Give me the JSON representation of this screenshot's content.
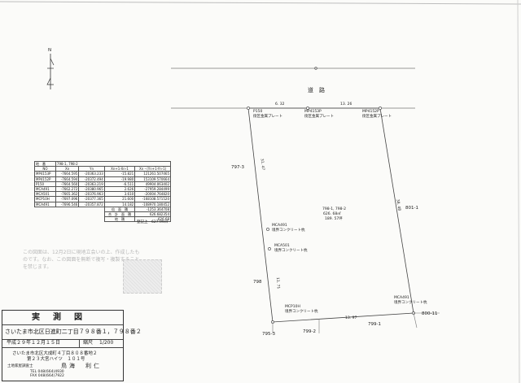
{
  "north": {
    "label": "N"
  },
  "road": {
    "label": "道　路"
  },
  "neighbors": {
    "top_left": "797-3",
    "right": "801-1",
    "left_bottom": "798",
    "bottom_right": "800-11",
    "bottom_left": "795-3",
    "bottom_middle": "799-2",
    "bottom_center": "799-1"
  },
  "parcel": {
    "number": "798-1, 798-2",
    "area1": "626. 68㎡",
    "area2": "189. 57坪"
  },
  "dimensions": {
    "top_left": "6. 32",
    "top_right": "13. 26",
    "left_side": "31. 47",
    "right_side": "38. 48",
    "left_lower": "11. 71",
    "bottom": "13. 97"
  },
  "points": {
    "p150": {
      "name": "P150",
      "desc": "街区金属プレート"
    },
    "mp4153p": {
      "name": "MP4153P",
      "desc": "街区金属プレート"
    },
    "mp4152p": {
      "name": "MP4152P",
      "desc": "街区金属プレート"
    },
    "mca491": {
      "name": "MCA491",
      "desc": "境界コンクリート杭"
    },
    "mca501": {
      "name": "MCA501",
      "desc": "境界コンクリート杭"
    },
    "mcp10h": {
      "name": "MCP10H",
      "desc": "境界コンクリート杭"
    },
    "mca491b": {
      "name": "MCA491",
      "desc": "境界コンクリート杭"
    }
  },
  "coord_table": {
    "title_label": "地　番",
    "title_value": "798-1, 798-2",
    "headers": [
      "NO",
      "Xn",
      "Yn",
      "Xn+1-Xn-1",
      "Xn・(Yn+1-Yn-1)"
    ],
    "rows": [
      [
        "MP4153P",
        "-7664.595",
        "-20363.233",
        "-15.821",
        "121261.507465"
      ],
      [
        "MP4152P",
        "-7664.594",
        "-20372.494",
        "-19.980",
        "153109.570664"
      ],
      [
        "P150",
        "-7664.560",
        "-20363.219",
        "-6.511",
        "49904.063402"
      ],
      [
        "MCA491",
        "-7662.272",
        "-20380.965",
        "2.626",
        "-27959.284499"
      ],
      [
        "MCA501",
        "-7665.362",
        "-20376.963",
        "3.610",
        "-20004.764820"
      ],
      [
        "MCP10H",
        "-7697.096",
        "-20377.365",
        "21.600",
        "-168108.571520"
      ],
      [
        "MCA491",
        "-7696.546",
        "-20357.872",
        "14.182",
        "-108970.180452"
      ]
    ],
    "sum_label": "倍　面　積",
    "sum_value": "-1253.364708",
    "total_label": "合　計　面　積",
    "total_value": "626.682354",
    "land_label": "地　積",
    "land_value": "626.68"
  },
  "registered_area": "登記上　627.99㎡",
  "note": "この図面は、12月2日に現地立会いの上、作成したものです。なお、この図面を無断で複写・複製することを禁じます。",
  "title_block": {
    "title": "実　測　図",
    "address": "さいたま市北区日進町二丁目７９８番１，７９８番２",
    "date": "平成２９年１２月１５日",
    "scale_label": "縮尺",
    "scale_value": "1/200",
    "surveyor_addr1": "さいたま市北区大成町４丁目８０８番地２",
    "surveyor_addr2": "第２３大宮ハイツ　１０１号",
    "surveyor_title": "土地家屋調査士",
    "surveyor_name": "鳥海　利仁",
    "tel": "TEL 048(664)4930",
    "fax": "FAX 048(664)7922"
  }
}
